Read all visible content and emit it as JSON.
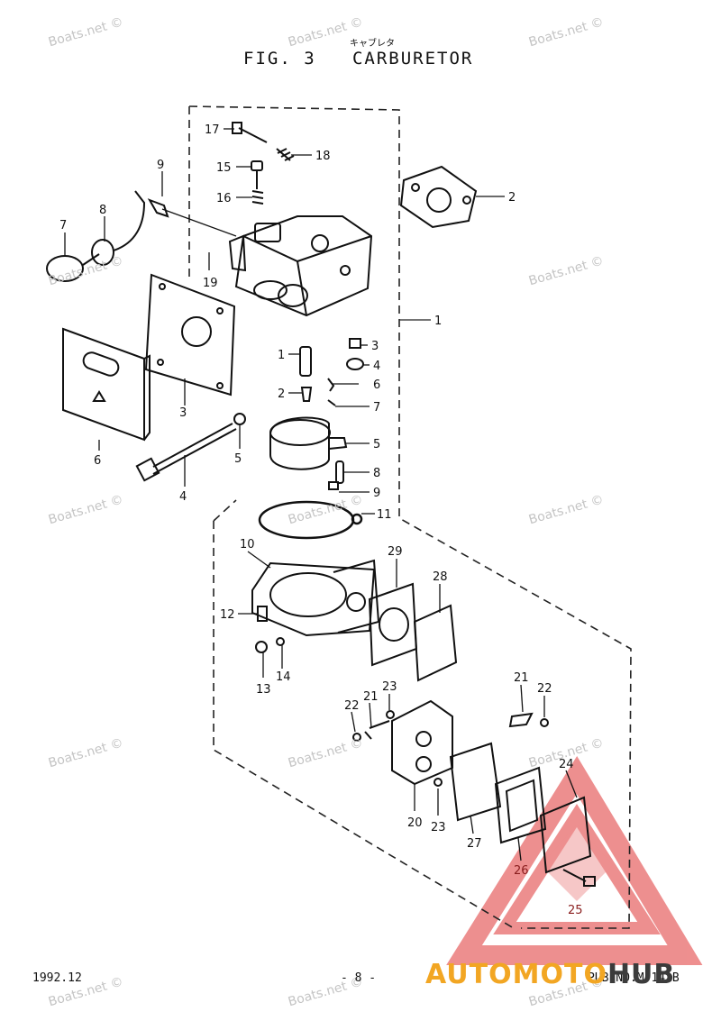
{
  "title": {
    "fig": "FIG. 3",
    "name": "CARBURETOR",
    "kana": "キャブレタ"
  },
  "footer": {
    "date": "1992.12",
    "page": "- 8 -",
    "pub": "PUB.NO.M-141B"
  },
  "watermark": "Boats.net ©",
  "brand": {
    "part1": "AUTO",
    "part2": "MOTO",
    "part3": "HUB",
    "color_orange": "#f2a623",
    "color_dark": "#3b3b3b",
    "color_logo": "#e86a6a"
  },
  "callouts": {
    "c17": "17",
    "c18": "18",
    "c15": "15",
    "c16": "16",
    "c9a": "9",
    "c2a": "2",
    "c7a": "7",
    "c8a": "8",
    "c19": "19",
    "c1a": "1",
    "c1b": "1",
    "c3a": "3",
    "c4a": "4",
    "c2b": "2",
    "c6a": "6",
    "c7b": "7",
    "c5a": "5",
    "c8b": "8",
    "c9b": "9",
    "c11": "11",
    "c3b": "3",
    "c6b": "6",
    "c5b": "5",
    "c4b": "4",
    "c10": "10",
    "c29": "29",
    "c28": "28",
    "c12": "12",
    "c13": "13",
    "c14": "14",
    "c21a": "21",
    "c22a": "22",
    "c23a": "23",
    "c21b": "21",
    "c22b": "22",
    "c20": "20",
    "c23b": "23",
    "c27": "27",
    "c24": "24",
    "c26": "26",
    "c25": "25"
  }
}
